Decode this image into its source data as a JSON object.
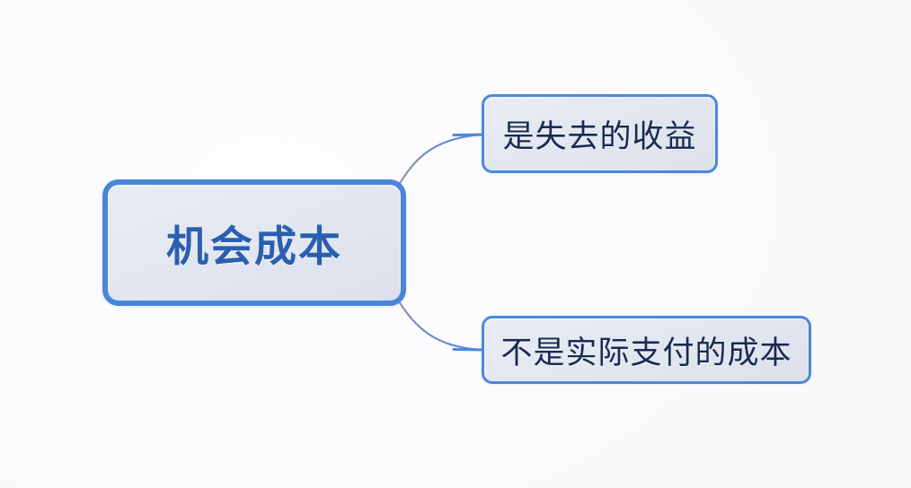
{
  "diagram": {
    "type": "mind-map",
    "orientation": "left-to-right",
    "background_color": "#fbfafc",
    "root": {
      "id": "root",
      "label": "机会成本",
      "text_color": "#2a5fb0",
      "border_color": "#4a86d8",
      "fill_color": "#e3e7f0"
    },
    "children": [
      {
        "id": "child-1",
        "label": "是失去的收益",
        "text_color": "#192a52",
        "border_color": "#4a89dc",
        "fill_color": "#e3e7f0",
        "position": "top-right"
      },
      {
        "id": "child-2",
        "label": "不是实际支付的成本",
        "text_color": "#192a52",
        "border_color": "#4a89dc",
        "fill_color": "#e3e7f0",
        "position": "bottom-right"
      }
    ],
    "connectors": [
      {
        "id": "connector-root-to-child-1",
        "from": "root",
        "to": "child-1",
        "style": "curved",
        "color": "#4a89dc"
      },
      {
        "id": "connector-root-to-child-2",
        "from": "root",
        "to": "child-2",
        "style": "curved",
        "color": "#4a89dc"
      }
    ]
  }
}
